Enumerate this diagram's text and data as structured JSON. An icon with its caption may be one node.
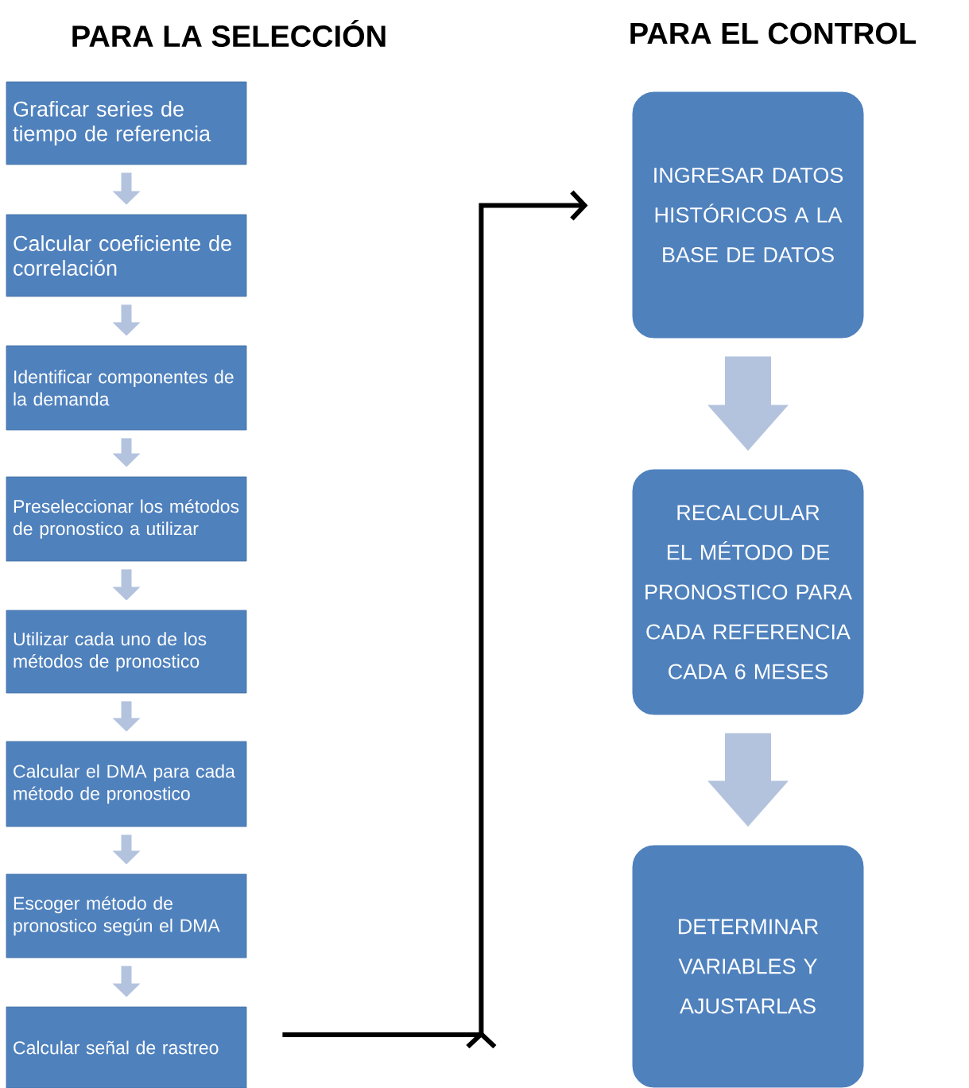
{
  "diagram": {
    "nodes": [
      {
        "text": [
          "Graficar series de tiempo de referencia"
        ]
      },
      {
        "text": [
          "Calcular coeficiente de correlación"
        ]
      },
      {
        "text": [
          "Identificar componentes de la demanda"
        ]
      },
      {
        "text": [
          "Preseleccionar los métodos de pronostico a utilizar"
        ]
      },
      {
        "text": [
          "Utilizar cada uno de los métodos de pronostico"
        ]
      },
      {
        "text": [
          "Calcular el DMA para cada método de pronostico"
        ]
      },
      {
        "text": [
          "Escoger método de pronostico según el DMA"
        ]
      },
      {
        "text": [
          "Calcular señal de rastreo"
        ]
      },
      {
        "text": [
          "INGRESAR DATOS HISTÓRICOS A LA BASE DE DATOS"
        ]
      },
      {
        "text": [
          "RECALCULAR EL MÉTODO DE PRONOSTICO PARA CADA REFERENCIA CADA 6 MESES"
        ]
      },
      {
        "text": [
          "DETERMINAR VARIABLES Y AJUSTARLAS"
        ]
      }
    ],
    "edges": [
      {
        "from": 0,
        "to": 1,
        "arrow": "to"
      },
      {
        "from": 1,
        "to": 2,
        "arrow": "to"
      },
      {
        "from": 2,
        "to": 3,
        "arrow": "to"
      },
      {
        "from": 3,
        "to": 4,
        "arrow": "to"
      },
      {
        "from": 4,
        "to": 5,
        "arrow": "to"
      },
      {
        "from": 5,
        "to": 6,
        "arrow": "to"
      },
      {
        "from": 6,
        "to": 7,
        "arrow": "to"
      },
      {
        "from": 7,
        "to": 8,
        "arrow": "to",
        "color": "#000000"
      },
      {
        "from": 8,
        "to": 9,
        "arrow": "to",
        "style": "thick"
      },
      {
        "from": 9,
        "to": 10,
        "arrow": "to",
        "style": "thick"
      }
    ],
    "labels": [
      "PARA LA SELECCIÓN",
      "PARA EL CONTROL"
    ]
  }
}
